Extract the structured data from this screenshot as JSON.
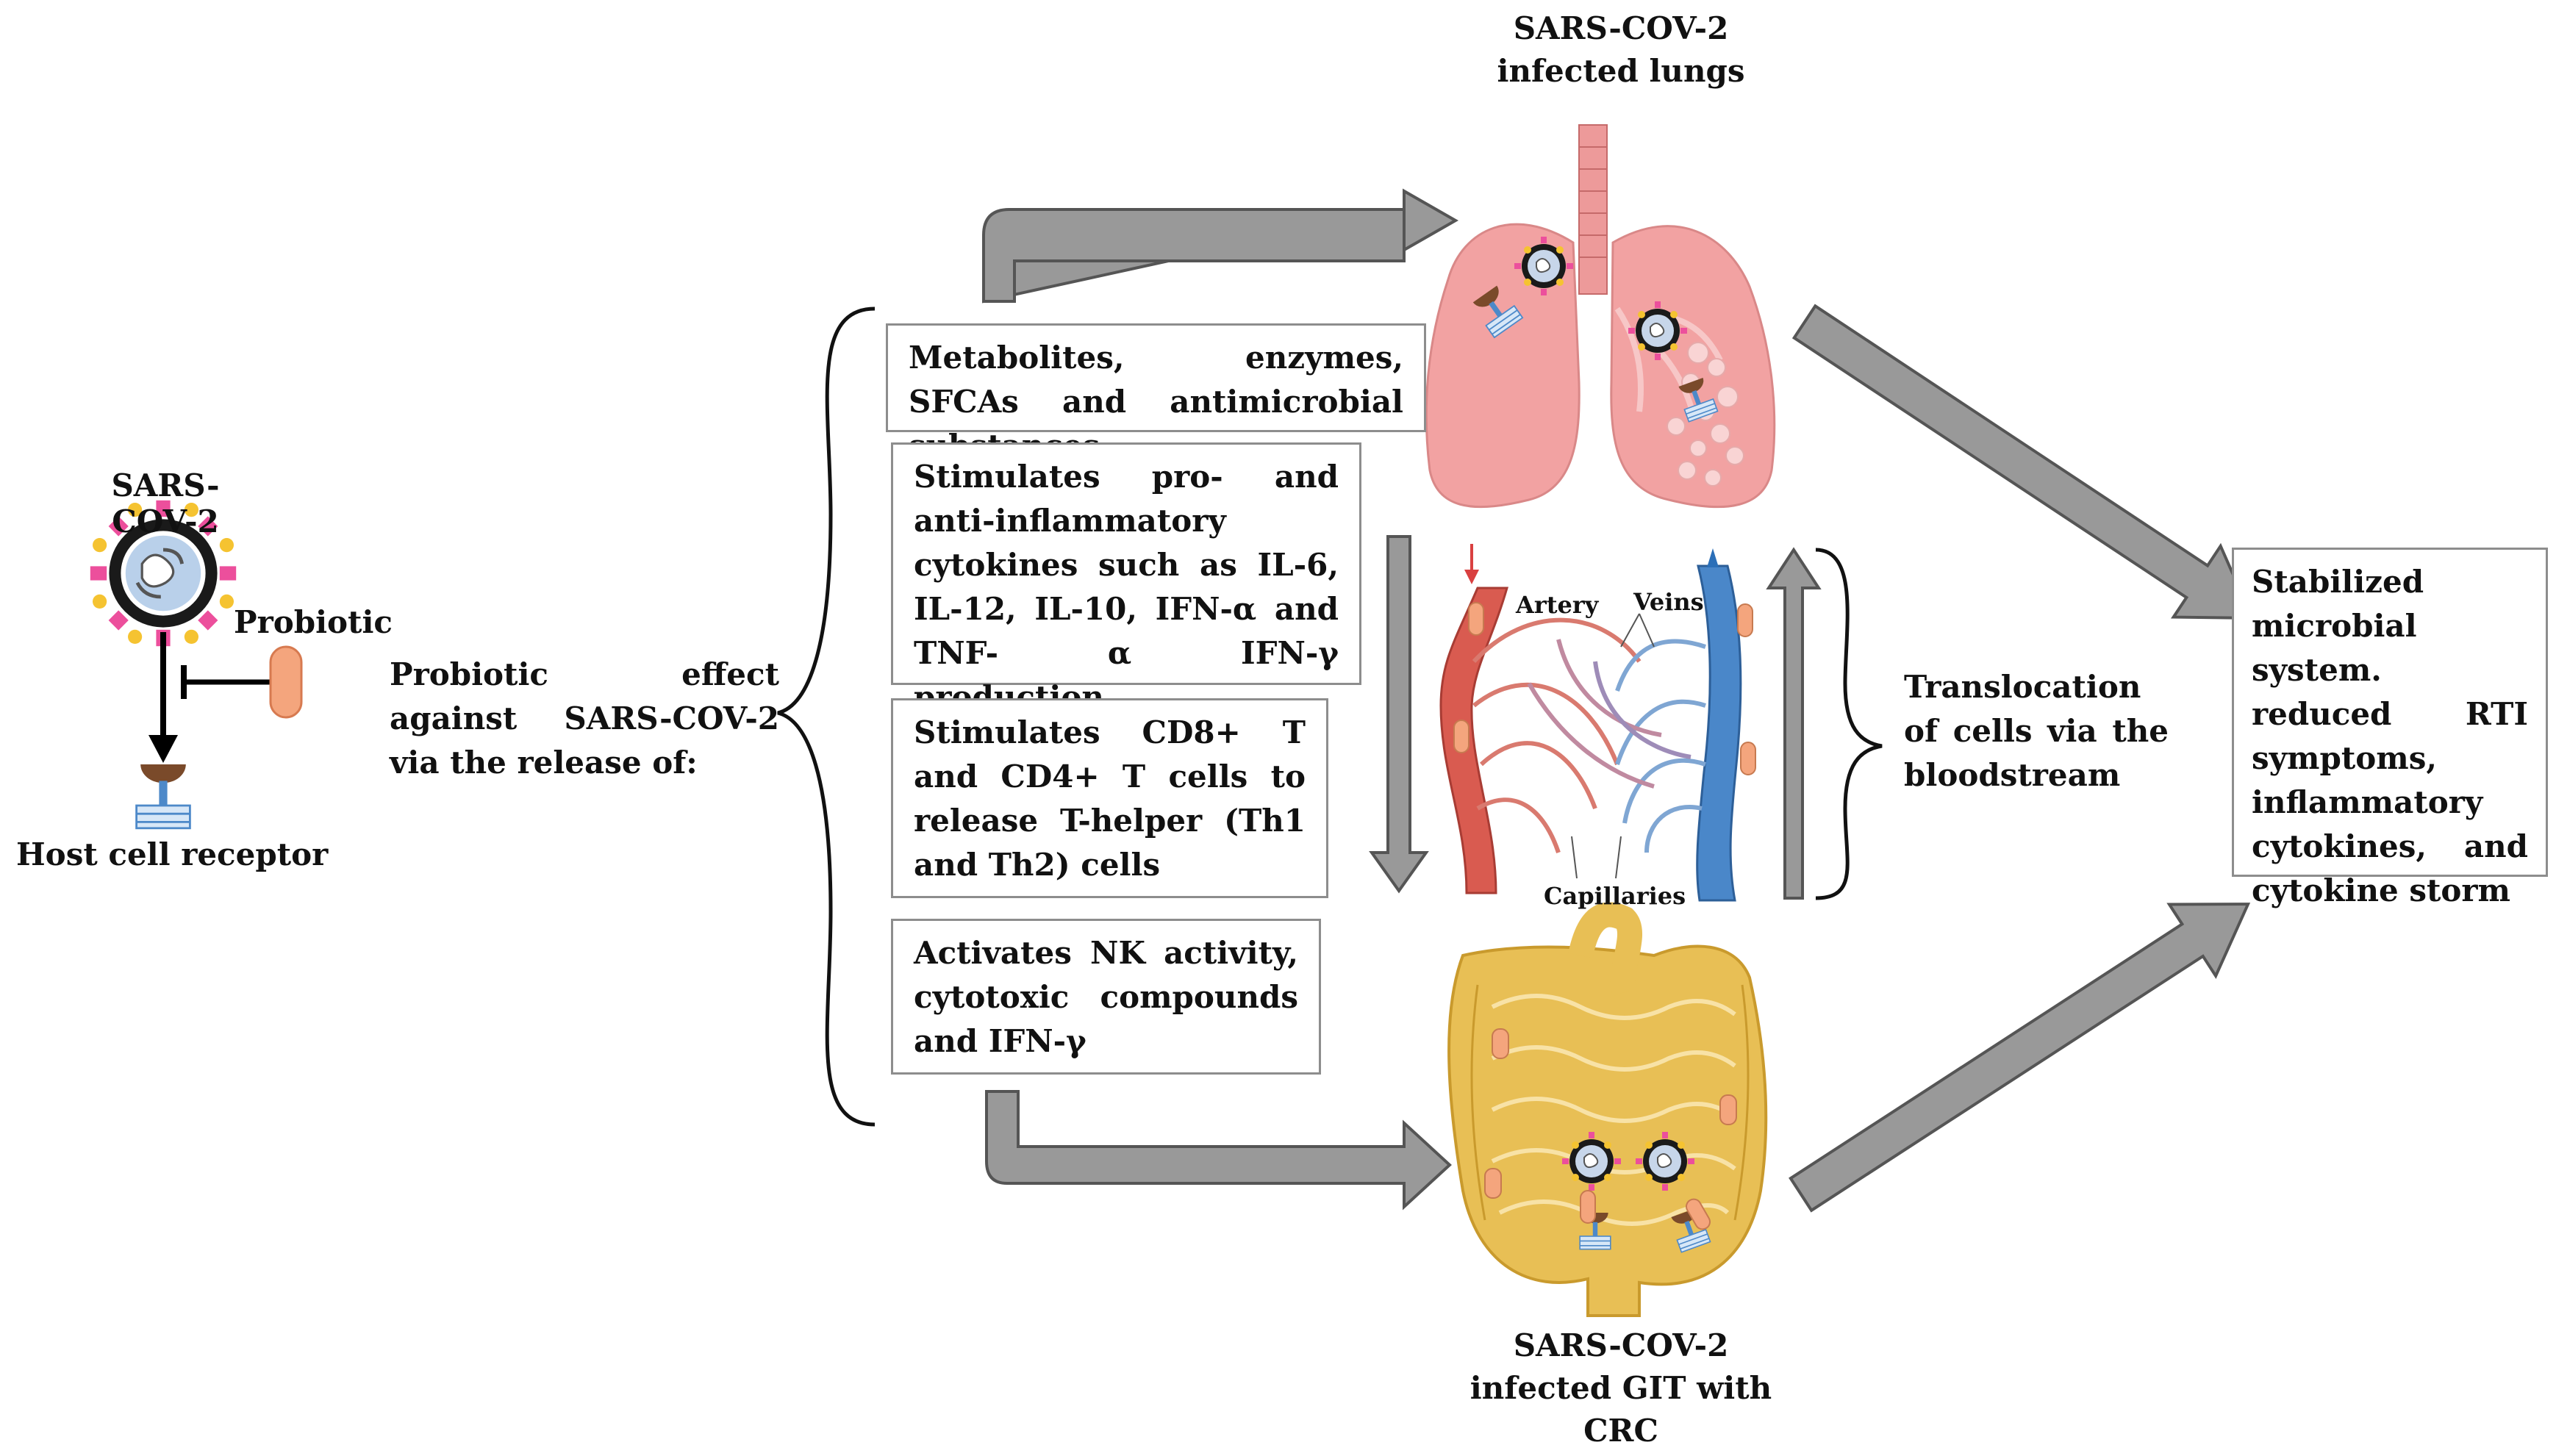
{
  "virus_label": "SARS-COV-2",
  "probiotic_label": "Probiotic",
  "host_receptor_label": "Host cell receptor",
  "probiotic_effect_text": "Probiotic effect against SARS-COV-2 via the release of:",
  "lungs_label_line1": "SARS-COV-2",
  "lungs_label_line2": "infected lungs",
  "git_label_line1": "SARS-COV-2",
  "git_label_line2": "infected GIT with",
  "git_label_line3": "CRC",
  "boxes": {
    "metabolites": "Metabolites, enzymes, SFCAs and antimicrobial substances",
    "cytokines": "Stimulates pro- and anti-inflammatory cytokines such as IL-6, IL-12, IL-10, IFN-α and TNF- α IFN-γ production",
    "tcells": "Stimulates CD8+ T and CD4+ T cells to release T-helper (Th1 and Th2) cells",
    "nk": "Activates NK activity, cytotoxic compounds and IFN-γ"
  },
  "vessels": {
    "artery_label": "Artery",
    "veins_label": "Veins",
    "capillaries_label": "Capillaries"
  },
  "translocation_text": "Translocation of cells via the bloodstream",
  "outcome_text": "Stabilized microbial system. reduced RTI symptoms, inflammatory cytokines, and cytokine storm",
  "colors": {
    "arrow_fill": "#999999",
    "arrow_stroke": "#555555",
    "box_border": "#8d8d8d",
    "lung_pink": "#f2a2a2",
    "artery_red": "#d95b50",
    "vein_blue": "#4a87c9",
    "intestine_yellow": "#e8bf55",
    "probiotic_orange": "#f4a57d",
    "virus_spike_pink": "#ec4f9c"
  }
}
